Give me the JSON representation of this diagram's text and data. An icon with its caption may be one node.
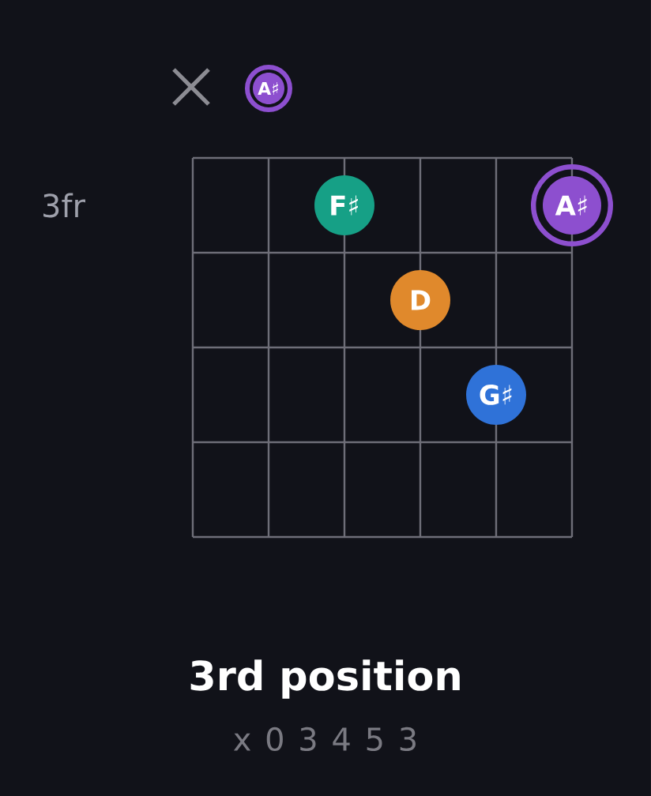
{
  "diagram": {
    "title": "3rd position",
    "nodes": [
      {
        "text": [
          "A♯"
        ]
      },
      {
        "text": [
          "F♯"
        ]
      },
      {
        "text": [
          "A♯"
        ]
      },
      {
        "text": [
          "D"
        ]
      },
      {
        "text": [
          "G♯"
        ]
      }
    ],
    "labels": [
      "3fr",
      "x 0 3 4 5 3"
    ]
  }
}
